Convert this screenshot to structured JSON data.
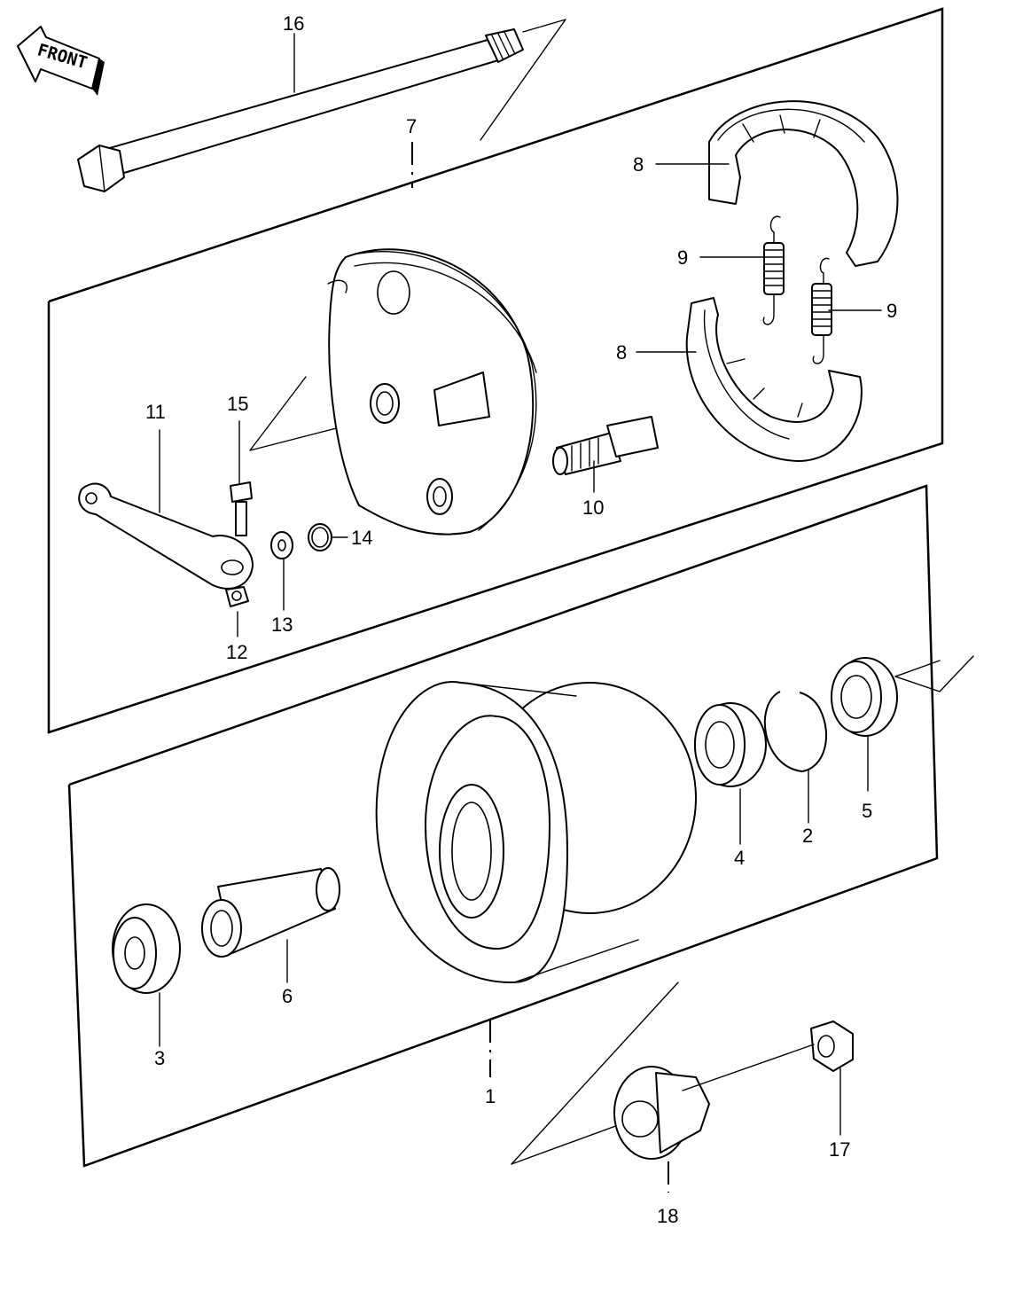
{
  "front_sign": {
    "text": "FRONT"
  },
  "callouts": [
    {
      "id": "16",
      "text": "16"
    },
    {
      "id": "7",
      "text": "7"
    },
    {
      "id": "8a",
      "text": "8"
    },
    {
      "id": "9a",
      "text": "9"
    },
    {
      "id": "9b",
      "text": "9"
    },
    {
      "id": "8b",
      "text": "8"
    },
    {
      "id": "11",
      "text": "11"
    },
    {
      "id": "15",
      "text": "15"
    },
    {
      "id": "10",
      "text": "10"
    },
    {
      "id": "14",
      "text": "14"
    },
    {
      "id": "13",
      "text": "13"
    },
    {
      "id": "12",
      "text": "12"
    },
    {
      "id": "4",
      "text": "4"
    },
    {
      "id": "2",
      "text": "2"
    },
    {
      "id": "5",
      "text": "5"
    },
    {
      "id": "6",
      "text": "6"
    },
    {
      "id": "3",
      "text": "3"
    },
    {
      "id": "1",
      "text": "1"
    },
    {
      "id": "17",
      "text": "17"
    },
    {
      "id": "18",
      "text": "18"
    }
  ]
}
